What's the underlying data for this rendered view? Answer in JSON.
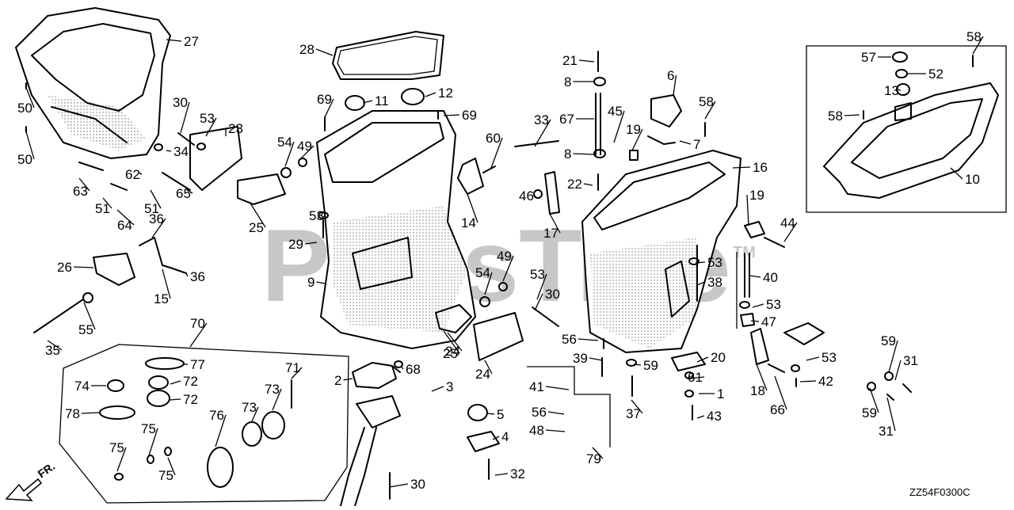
{
  "diagram": {
    "watermark": "PartsTree",
    "watermark_tm": "TM",
    "direction_label": "FR.",
    "diagram_code": "ZZ54F0300C",
    "callouts": [
      "1",
      "2",
      "3",
      "4",
      "5",
      "6",
      "7",
      "8",
      "8",
      "9",
      "10",
      "11",
      "12",
      "13",
      "14",
      "15",
      "16",
      "17",
      "18",
      "19",
      "19",
      "20",
      "21",
      "22",
      "23",
      "24",
      "24",
      "25",
      "25",
      "26",
      "27",
      "28",
      "29",
      "30",
      "30",
      "30",
      "31",
      "31",
      "32",
      "33",
      "34",
      "35",
      "36",
      "36",
      "37",
      "38",
      "39",
      "40",
      "41",
      "42",
      "43",
      "44",
      "45",
      "46",
      "47",
      "48",
      "49",
      "49",
      "50",
      "50",
      "51",
      "51",
      "52",
      "53",
      "53",
      "53",
      "53",
      "53",
      "53",
      "54",
      "54",
      "55",
      "56",
      "56",
      "57",
      "58",
      "58",
      "58",
      "59",
      "59",
      "59",
      "60",
      "61",
      "62",
      "63",
      "64",
      "65",
      "66",
      "67",
      "68",
      "69",
      "69",
      "70",
      "71",
      "72",
      "72",
      "73",
      "73",
      "74",
      "75",
      "75",
      "75",
      "76",
      "77",
      "78",
      "79"
    ]
  }
}
